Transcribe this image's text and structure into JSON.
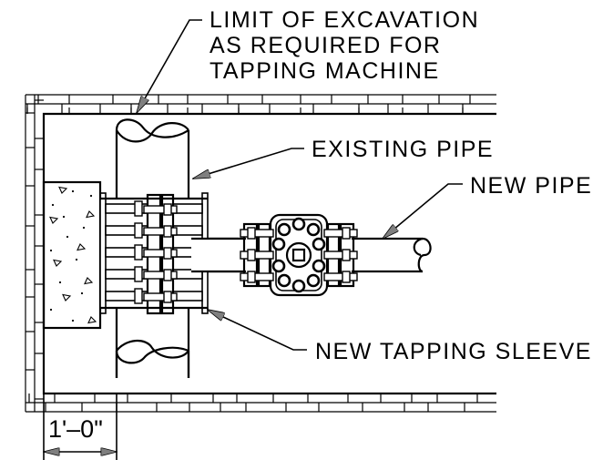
{
  "labels": {
    "excavation_line1": "LIMIT OF EXCAVATION",
    "excavation_line2": "AS REQUIRED FOR",
    "excavation_line3": "TAPPING MACHINE",
    "existing_pipe": "EXISTING PIPE",
    "new_pipe": "NEW PIPE",
    "tapping_sleeve": "NEW TAPPING SLEEVE",
    "dimension": "1'–0\""
  },
  "colors": {
    "line": "#000000",
    "leader_arrow": "#7f7f7f",
    "background": "#ffffff"
  }
}
